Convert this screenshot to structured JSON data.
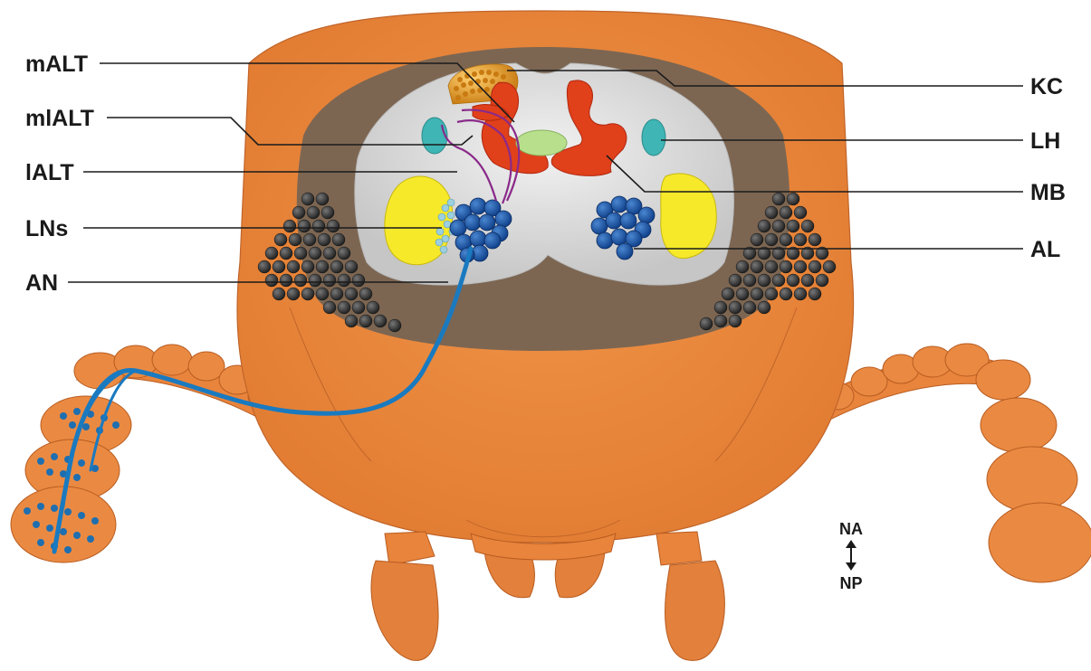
{
  "labels": {
    "left": [
      "mALT",
      "mlALT",
      "lALT",
      "LNs",
      "AN"
    ],
    "right": [
      "KC",
      "LH",
      "MB",
      "AL"
    ]
  },
  "orientation": {
    "top": "NA",
    "bottom": "NP"
  },
  "colors": {
    "cuticle": "#e9843c",
    "cuticle_dark": "#c9692a",
    "head_cavity": "#7c6652",
    "brain": "#d8d8d8",
    "calyx_kc": "#e4a030",
    "mushroom_body": "#e0401a",
    "lateral_horn": "#3fb5b5",
    "central_complex": "#b8e08c",
    "glomeruli": "#1550a0",
    "antennal_lobe_yellow": "#f5e92a",
    "tract_purple": "#8a2a8a",
    "antennal_nerve": "#1a7ac0",
    "eye_ommatidia": "#2e2e2e",
    "local_neurons": "#9ccfdf"
  }
}
